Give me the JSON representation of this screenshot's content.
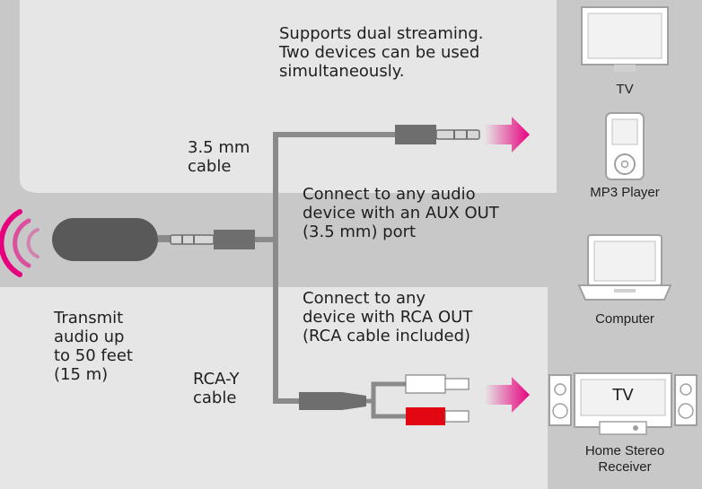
{
  "notes": {
    "dual_streaming": "Supports dual streaming.\nTwo devices can be used\nsimultaneously.",
    "aux_cable": "3.5 mm\ncable",
    "aux_connect": "Connect to any audio\ndevice with an AUX OUT\n(3.5 mm) port",
    "rca_connect": "Connect to any\ndevice with RCA OUT\n(RCA cable included)",
    "rca_cable": "RCA-Y\ncable",
    "transmit": "Transmit\naudio up\nto 50 feet\n(15 m)"
  },
  "devices": {
    "tv": "TV",
    "mp3": "MP3 Player",
    "computer": "Computer",
    "stereo_screen": "TV",
    "stereo": "Home Stereo\nReceiver"
  },
  "colors": {
    "background": "#e6e6e6",
    "band": "#c8c8c8",
    "plug": "#6e6e6e",
    "cable": "#8a8a8a",
    "signal": "#e6007e",
    "rca_red": "#e30613",
    "device_outline": "#a0a0a0"
  },
  "icons": [
    "wifi-signal-icon",
    "tv-icon",
    "mp3-player-icon",
    "laptop-icon",
    "stereo-receiver-icon",
    "arrow-right-icon"
  ]
}
